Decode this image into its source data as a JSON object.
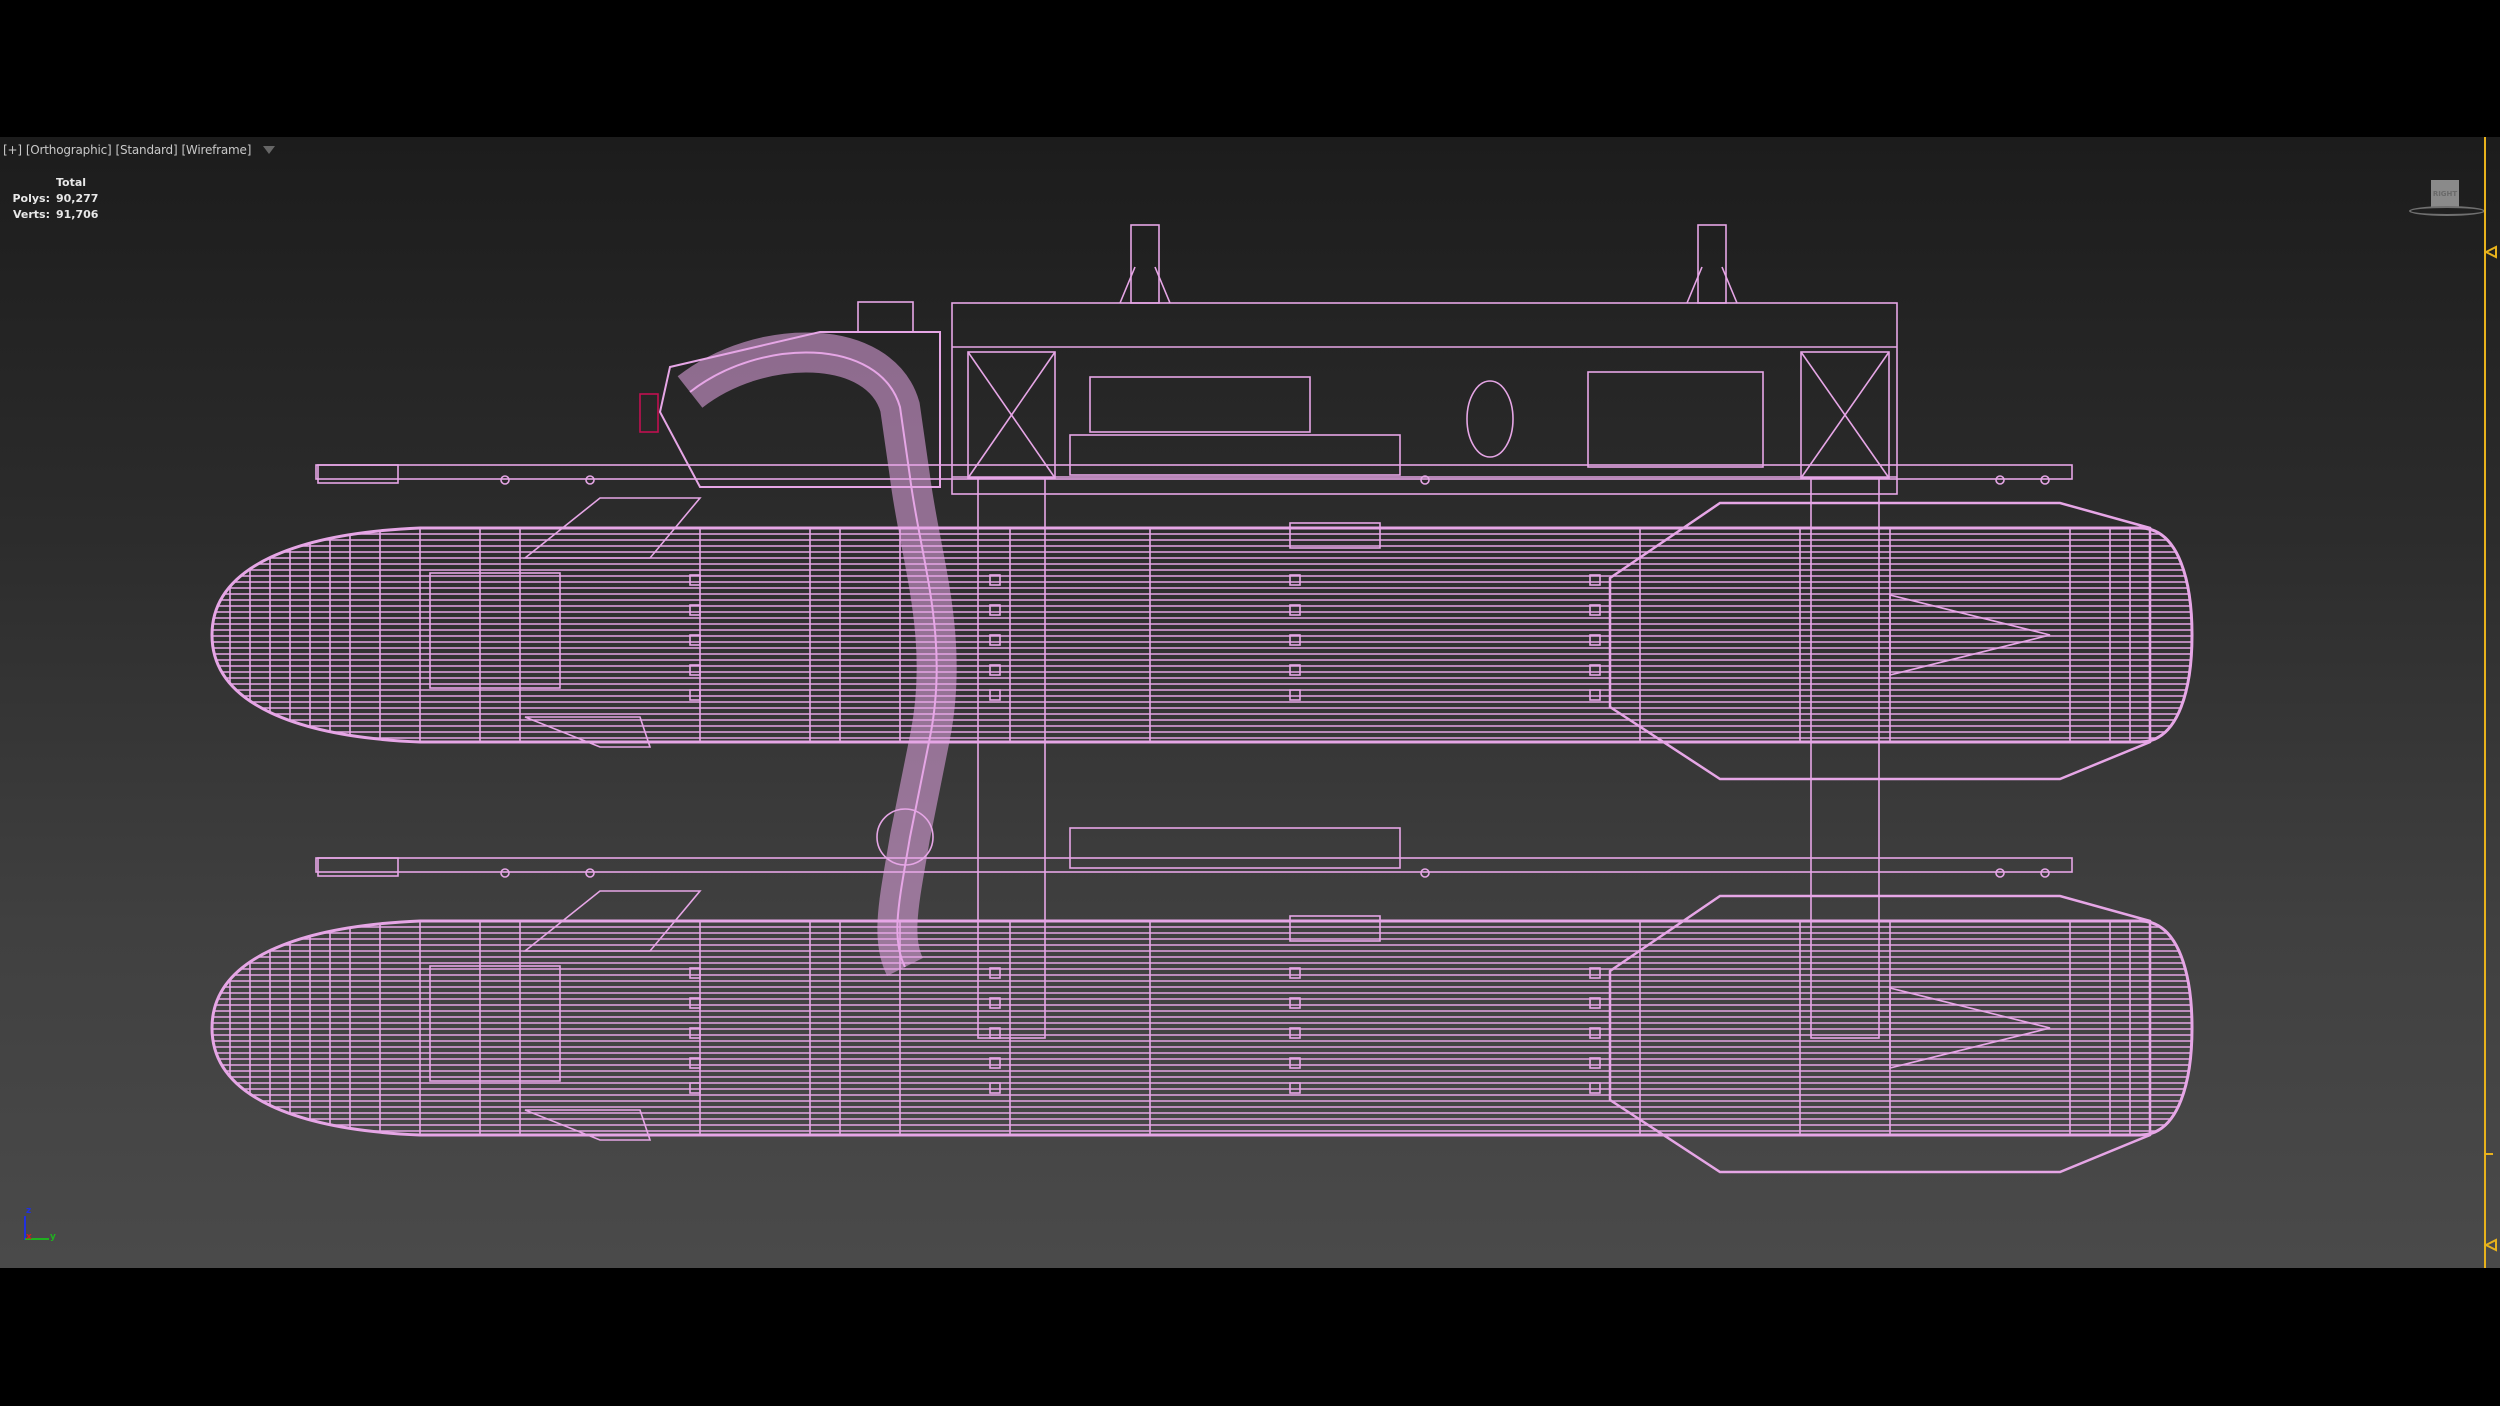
{
  "viewport": {
    "label": [
      "[+]",
      "[Orthographic]",
      "[Standard]",
      "[Wireframe]"
    ],
    "stats": {
      "header": "Total",
      "rows": [
        {
          "key": "Polys:",
          "value": "90,277"
        },
        {
          "key": "Verts:",
          "value": "91,706"
        }
      ]
    },
    "viewcube_face": "RIGHT",
    "axis": {
      "z": "z",
      "x": "x",
      "y": "y"
    },
    "wire_color": "#e6a6e6",
    "track_color": "#e8b21c"
  }
}
